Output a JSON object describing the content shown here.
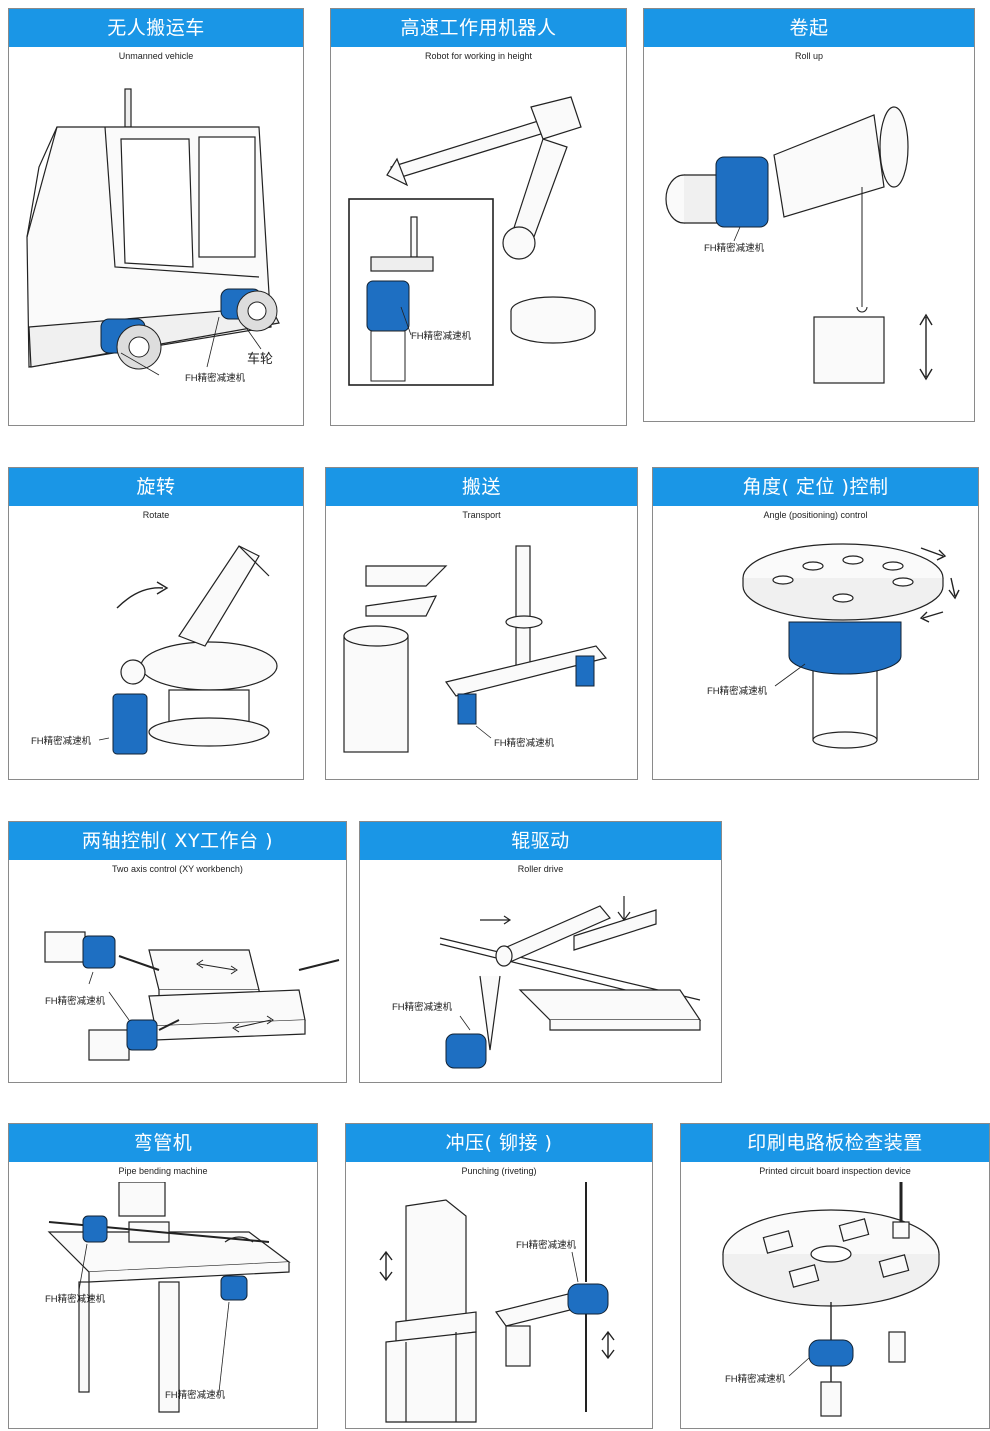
{
  "colors": {
    "header_blue": "#1a96e6",
    "reducer_blue": "#1e6fc2",
    "line": "#222222"
  },
  "panels": [
    {
      "id": "agv",
      "title": "无人搬运车",
      "subtitle": "Unmanned vehicle",
      "labels": [
        "FH精密减速机",
        "车轮"
      ]
    },
    {
      "id": "robot",
      "title": "高速工作用机器人",
      "subtitle": "Robot for working in height",
      "labels": [
        "FH精密减速机"
      ]
    },
    {
      "id": "rollup",
      "title": "卷起",
      "subtitle": "Roll up",
      "labels": [
        "FH精密减速机"
      ]
    },
    {
      "id": "rotate",
      "title": "旋转",
      "subtitle": "Rotate",
      "labels": [
        "FH精密减速机"
      ]
    },
    {
      "id": "transport",
      "title": "搬送",
      "subtitle": "Transport",
      "labels": [
        "FH精密减速机"
      ]
    },
    {
      "id": "angle",
      "title": "角度( 定位 )控制",
      "subtitle": "Angle (positioning) control",
      "labels": [
        "FH精密减速机"
      ]
    },
    {
      "id": "xy",
      "title": "两轴控制( XY工作台 )",
      "subtitle": "Two axis control (XY workbench)",
      "labels": [
        "FH精密减速机"
      ]
    },
    {
      "id": "roller",
      "title": "辊驱动",
      "subtitle": "Roller drive",
      "labels": [
        "FH精密减速机"
      ]
    },
    {
      "id": "pipe",
      "title": "弯管机",
      "subtitle": "Pipe bending machine",
      "labels": [
        "FH精密减速机",
        "FH精密减速机"
      ]
    },
    {
      "id": "punch",
      "title": "冲压( 铆接 )",
      "subtitle": "Punching (riveting)",
      "labels": [
        "FH精密减速机"
      ]
    },
    {
      "id": "pcb",
      "title": "印刷电路板检查装置",
      "subtitle": "Printed circuit board inspection device",
      "labels": [
        "FH精密减速机"
      ]
    }
  ]
}
